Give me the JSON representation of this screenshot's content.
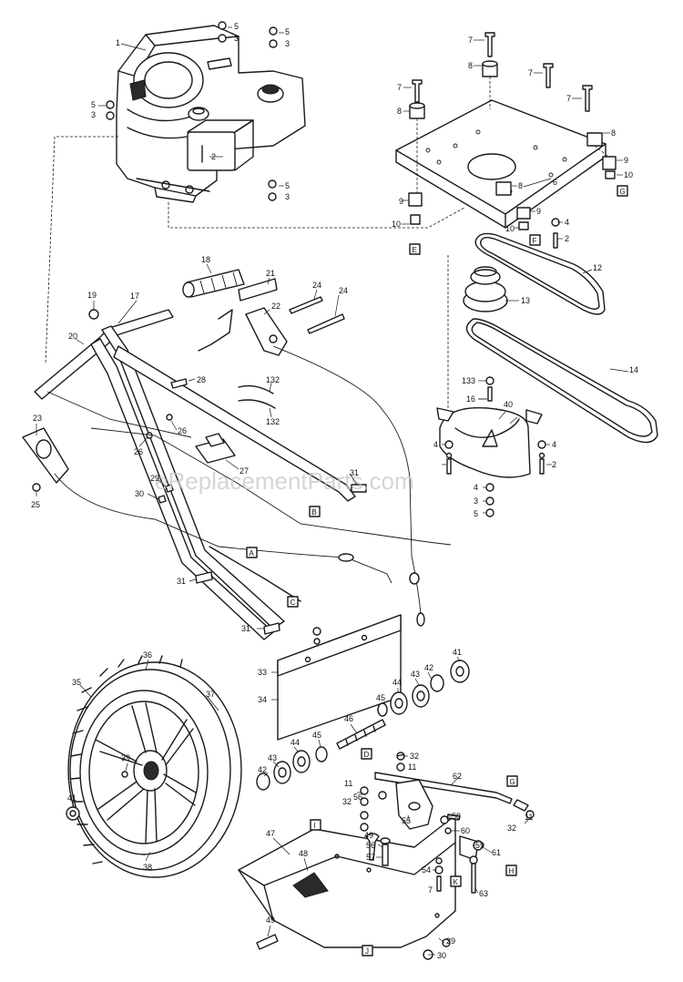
{
  "watermark": "eReplacementParts.com",
  "callouts": {
    "c1": "1",
    "c2a": "2",
    "c2b": "2",
    "c2c": "2",
    "c3a": "3",
    "c3b": "3",
    "c3c": "3",
    "c3d": "3",
    "c3e": "3",
    "c4a": "4",
    "c4b": "4",
    "c4c": "4",
    "c4d": "4",
    "c5a": "5",
    "c5b": "5",
    "c5c": "5",
    "c5d": "5",
    "c5e": "5",
    "c6": "6",
    "c7a": "7",
    "c7b": "7",
    "c7c": "7",
    "c7d": "7",
    "c7e": "7",
    "c8a": "8",
    "c8b": "8",
    "c8c": "8",
    "c8d": "8",
    "c9a": "9",
    "c9b": "9",
    "c9c": "9",
    "c10a": "10",
    "c10b": "10",
    "c10c": "10",
    "c11a": "11",
    "c11b": "11",
    "c11c": "11",
    "c12": "12",
    "c13": "13",
    "c14": "14",
    "c16": "16",
    "c17": "17",
    "c18": "18",
    "c19": "19",
    "c20": "20",
    "c21": "21",
    "c22": "22",
    "c23": "23",
    "c24a": "24",
    "c24b": "24",
    "c25": "25",
    "c26a": "26",
    "c26b": "26",
    "c27": "27",
    "c28": "28",
    "c29a": "29",
    "c29b": "29",
    "c30a": "30",
    "c30b": "30",
    "c31a": "31",
    "c31b": "31",
    "c31c": "31",
    "c32a": "32",
    "c32b": "32",
    "c32c": "32",
    "c33": "33",
    "c34": "34",
    "c35": "35",
    "c36": "36",
    "c37": "37",
    "c38": "38",
    "c39": "39",
    "c40": "40",
    "c41a": "41",
    "c41b": "41",
    "c42a": "42",
    "c42b": "42",
    "c43a": "43",
    "c43b": "43",
    "c44a": "44",
    "c44b": "44",
    "c45a": "45",
    "c45b": "45",
    "c46": "46",
    "c47": "47",
    "c48": "48",
    "c49a": "49",
    "c49b": "49",
    "c54": "54",
    "c55": "55",
    "c56a": "56",
    "c56b": "56",
    "c57": "57",
    "c58": "58",
    "c59": "59",
    "c60": "60",
    "c61": "61",
    "c62": "62",
    "c63": "63",
    "c132a": "132",
    "c132b": "132",
    "c133": "133"
  },
  "ref_boxes": {
    "A": "A",
    "B": "B",
    "C": "C",
    "D": "D",
    "E": "E",
    "F": "F",
    "G1": "G",
    "G2": "G",
    "H": "H",
    "I": "I",
    "J": "J",
    "K": "K"
  }
}
